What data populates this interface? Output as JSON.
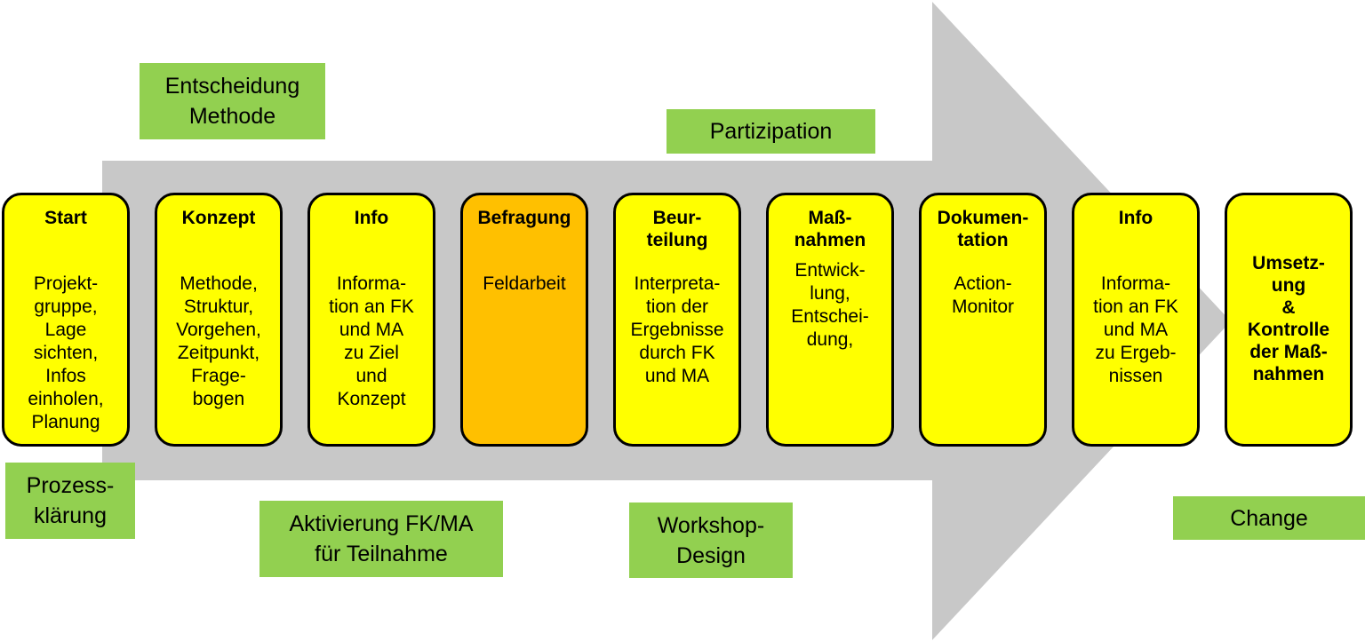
{
  "colors": {
    "arrow": "#c8c8c8",
    "step_fill": "#ffff00",
    "step_highlight_fill": "#ffc000",
    "label_fill": "#92d050",
    "border": "#000000"
  },
  "steps": [
    {
      "title": "Start",
      "body": "Projekt-\ngruppe,\nLage\nsichten,\nInfos\neinholen,\nPlanung"
    },
    {
      "title": "Konzept",
      "body": "Methode,\nStruktur,\nVorgehen,\nZeitpunkt,\nFrage-\nbogen"
    },
    {
      "title": "Info",
      "body": "Informa-\ntion an FK\nund MA\nzu Ziel\nund\nKonzept"
    },
    {
      "title": "Befragung",
      "body": "Feldarbeit"
    },
    {
      "title": "Beur-\nteilung",
      "body": "Interpreta-\ntion der\nErgebnisse\ndurch FK\nund MA"
    },
    {
      "title": "Maß-\nnahmen",
      "body": "Entwick-\nlung,\nEntschei-\ndung,"
    },
    {
      "title": "Dokumen-\ntation",
      "body": "Action-\nMonitor"
    },
    {
      "title": "Info",
      "body": "Informa-\ntion an FK\nund MA\nzu Ergeb-\nnissen"
    },
    {
      "title": "Umsetz-\nung\n&\nKontrolle\nder Maß-\nnahmen"
    }
  ],
  "labels": {
    "entscheidung": "Entscheidung\nMethode",
    "partizipation": "Partizipation",
    "prozess": "Prozess-\nklärung",
    "aktivierung": "Aktivierung FK/MA\nfür Teilnahme",
    "workshop": "Workshop-\nDesign",
    "change": "Change"
  }
}
